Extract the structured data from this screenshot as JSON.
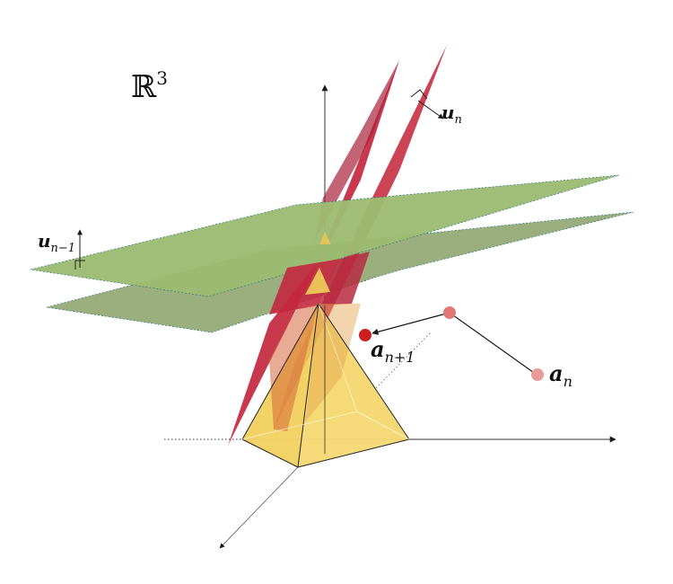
{
  "space": {
    "symbol": "ℝ",
    "exponent": "3"
  },
  "labels": {
    "u_n": {
      "base": "u",
      "sub": "n"
    },
    "u_n_minus_1": {
      "base": "u",
      "sub": "n−1"
    },
    "a_n": {
      "base": "a",
      "sub": "n"
    },
    "a_n_plus_1": {
      "base": "a",
      "sub": "n+1"
    }
  },
  "colors": {
    "green_plane_upper": "#9dbc72",
    "green_plane_lower": "#9aae7e",
    "red_plane": "#c4283f",
    "red_plane_dark": "#a0243a",
    "pyramid": "#f2cf5b",
    "point_current": "#cc1f1f",
    "point_previous": "#e89a9a",
    "axis": "#1a1a1a"
  }
}
